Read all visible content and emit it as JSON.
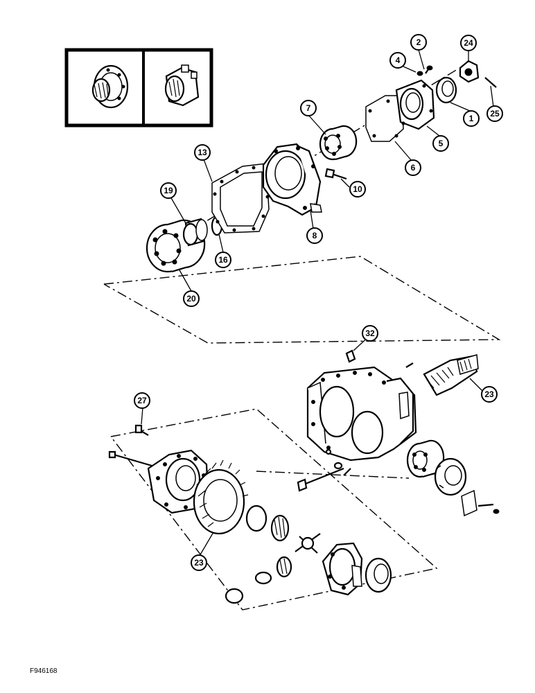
{
  "figure_code": "F946168",
  "callouts": {
    "c1": "1",
    "c2": "2",
    "c4": "4",
    "c5": "5",
    "c6": "6",
    "c7": "7",
    "c8": "8",
    "c10": "10",
    "c13": "13",
    "c16": "16",
    "c19": "19",
    "c20": "20",
    "c23a": "23",
    "c23b": "23",
    "c24": "24",
    "c25": "25",
    "c27": "27",
    "c32": "32"
  }
}
